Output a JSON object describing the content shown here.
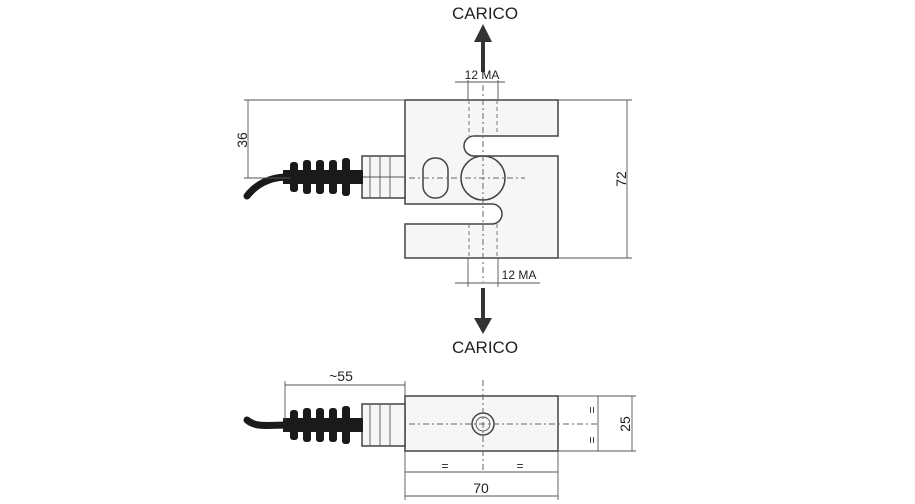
{
  "diagram": {
    "load_label_top": "CARICO",
    "load_label_bottom": "CARICO",
    "thread_label_top": "12 MA",
    "thread_label_bottom": "12 MA",
    "dim_36": "36",
    "dim_72": "72",
    "dim_cable_length": "~55",
    "dim_25": "25",
    "dim_70": "70",
    "equal_sign": "="
  },
  "colors": {
    "line": "#444444",
    "body_fill": "#f6f6f6",
    "cable": "#1a1a1a"
  }
}
